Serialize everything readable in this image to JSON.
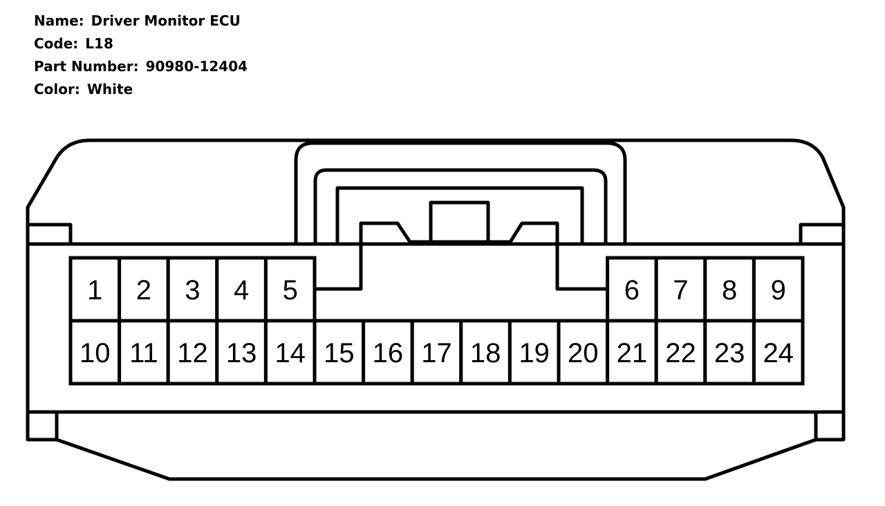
{
  "connector": {
    "name_label": "Name:",
    "name_value": "Driver Monitor ECU",
    "code_label": "Code:",
    "code_value": "L18",
    "part_label": "Part Number:",
    "part_value": "90980-12404",
    "color_label": "Color:",
    "color_value": "White"
  },
  "pins": {
    "top_left": [
      "1",
      "2",
      "3",
      "4",
      "5"
    ],
    "top_right": [
      "6",
      "7",
      "8",
      "9"
    ],
    "bottom": [
      "10",
      "11",
      "12",
      "13",
      "14",
      "15",
      "16",
      "17",
      "18",
      "19",
      "20",
      "21",
      "22",
      "23",
      "24"
    ]
  }
}
